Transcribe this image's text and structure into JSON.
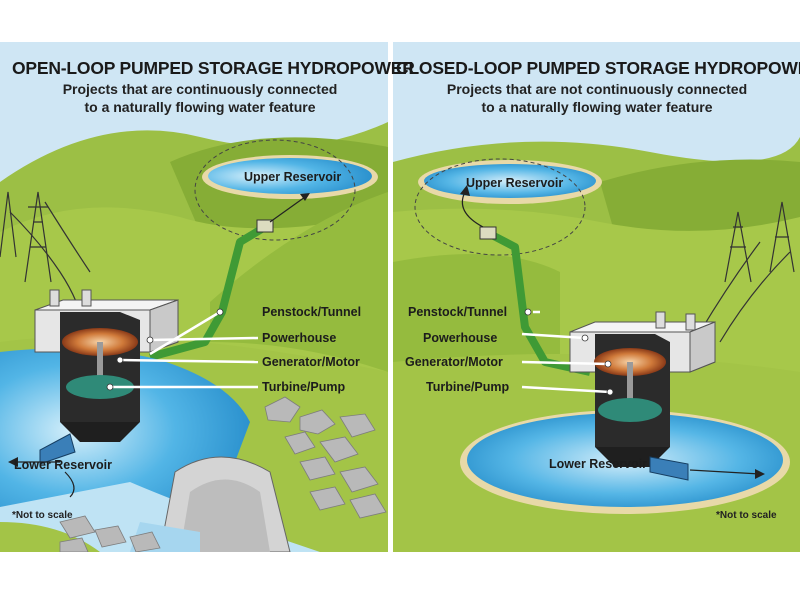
{
  "left": {
    "title": "OPEN-LOOP PUMPED STORAGE HYDROPOWER",
    "subtitle_line1": "Projects that are continuously connected",
    "subtitle_line2": "to a naturally flowing water feature",
    "labels": {
      "upper_reservoir": "Upper Reservoir",
      "penstock": "Penstock/Tunnel",
      "powerhouse": "Powerhouse",
      "generator": "Generator/Motor",
      "turbine": "Turbine/Pump",
      "lower_reservoir": "Lower Reservoir"
    },
    "note": "*Not to scale"
  },
  "right": {
    "title": "CLOSED-LOOP PUMPED STORAGE HYDROPOWER",
    "subtitle_line1": "Projects that are not continuously connected",
    "subtitle_line2": "to a naturally flowing water feature",
    "labels": {
      "upper_reservoir": "Upper Reservoir",
      "penstock": "Penstock/Tunnel",
      "powerhouse": "Powerhouse",
      "generator": "Generator/Motor",
      "turbine": "Turbine/Pump",
      "lower_reservoir": "Lower Reservoir"
    },
    "note": "*Not to scale"
  },
  "colors": {
    "sky": "#cfe6f4",
    "hill_light": "#a9c84a",
    "hill_mid": "#8fb83a",
    "hill_dark": "#7aa332",
    "water": "#3aa3dc",
    "penstock": "#3f9a35"
  }
}
